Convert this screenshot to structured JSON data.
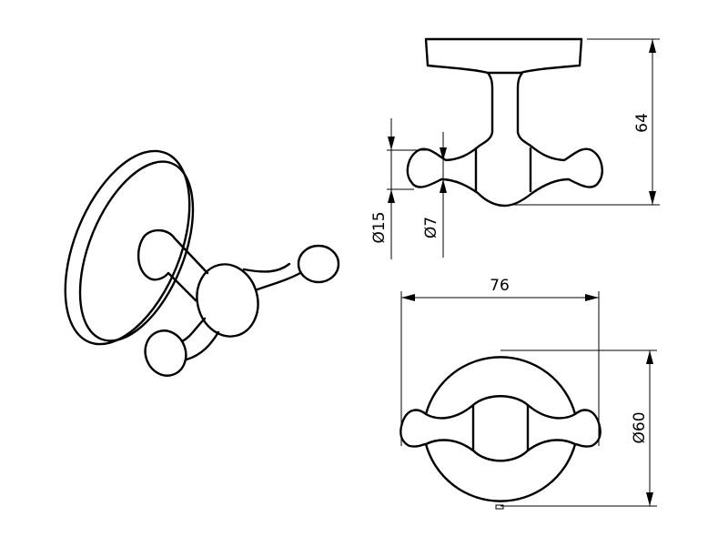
{
  "drawing": {
    "title": "Double robe hook technical drawing",
    "views": [
      "isometric",
      "side",
      "front"
    ],
    "dimensions": {
      "height": "64",
      "knob_diameter": "Ø15",
      "neck_diameter": "Ø7",
      "width": "76",
      "base_diameter": "Ø60"
    },
    "line_color": "#000000",
    "background": "#ffffff"
  }
}
